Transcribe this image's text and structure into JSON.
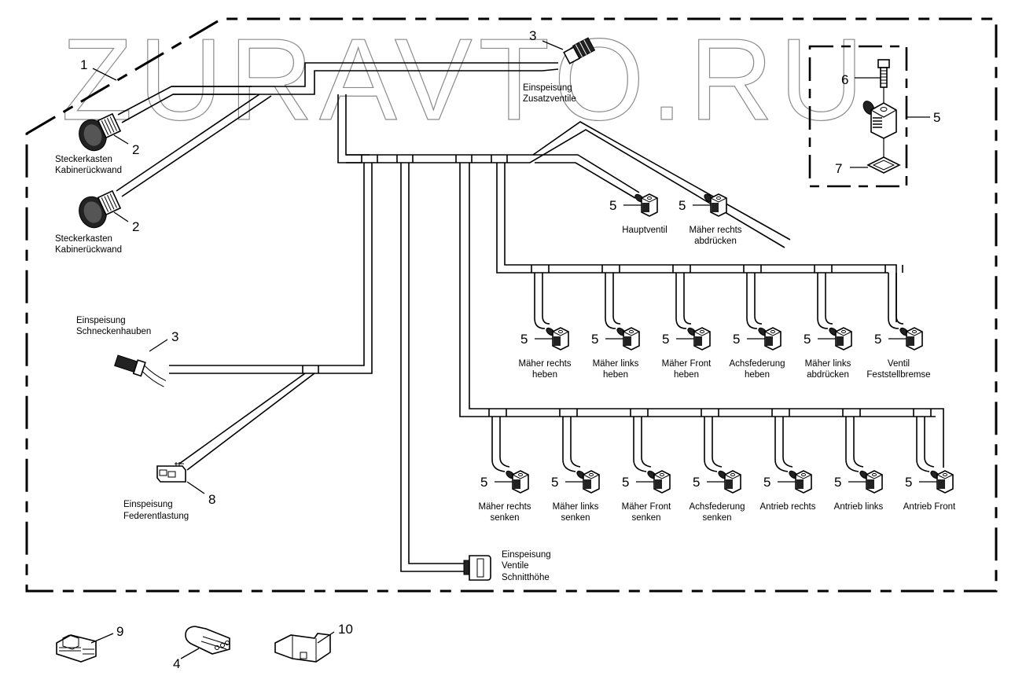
{
  "watermark": "ZURAVTO.RU",
  "detail_box": {
    "items": [
      {
        "num": "6",
        "part": "screw"
      },
      {
        "num": "5",
        "part": "valve-plug-connector"
      },
      {
        "num": "7",
        "part": "seal-gasket"
      }
    ]
  },
  "harness_label": "1",
  "connectors_top": [
    {
      "num": "2",
      "label_lines": [
        "Steckerkasten",
        "Kabinerückwand"
      ]
    },
    {
      "num": "2",
      "label_lines": [
        "Steckerkasten",
        "Kabinerückwand"
      ]
    },
    {
      "num": "3",
      "label_lines": [
        "Einspeisung",
        "Zusatzventile"
      ]
    }
  ],
  "valves_upper": [
    {
      "num": "5",
      "label_lines": [
        "Hauptventil"
      ]
    },
    {
      "num": "5",
      "label_lines": [
        "Mäher rechts",
        "abdrücken"
      ]
    }
  ],
  "valves_row1": [
    {
      "num": "5",
      "label_lines": [
        "Mäher rechts",
        "heben"
      ]
    },
    {
      "num": "5",
      "label_lines": [
        "Mäher links",
        "heben"
      ]
    },
    {
      "num": "5",
      "label_lines": [
        "Mäher Front",
        "heben"
      ]
    },
    {
      "num": "5",
      "label_lines": [
        "Achsfederung",
        "heben"
      ]
    },
    {
      "num": "5",
      "label_lines": [
        "Mäher links",
        "abdrücken"
      ]
    },
    {
      "num": "5",
      "label_lines": [
        "Ventil",
        "Feststellbremse"
      ]
    }
  ],
  "valves_row2": [
    {
      "num": "5",
      "label_lines": [
        "Mäher rechts",
        "senken"
      ]
    },
    {
      "num": "5",
      "label_lines": [
        "Mäher links",
        "senken"
      ]
    },
    {
      "num": "5",
      "label_lines": [
        "Mäher Front",
        "senken"
      ]
    },
    {
      "num": "5",
      "label_lines": [
        "Achsfederung",
        "senken"
      ]
    },
    {
      "num": "5",
      "label_lines": [
        "Antrieb rechts"
      ]
    },
    {
      "num": "5",
      "label_lines": [
        "Antrieb links"
      ]
    },
    {
      "num": "5",
      "label_lines": [
        "Antrieb Front"
      ]
    }
  ],
  "left_connectors": [
    {
      "num": "3",
      "label_lines": [
        "Einspeisung",
        "Schneckenhauben"
      ]
    },
    {
      "num": "8",
      "label_lines": [
        "Einspeisung",
        "Federentlastung"
      ]
    }
  ],
  "bottom_connector": {
    "label_lines": [
      "Einspeisung",
      "Ventile",
      "Schnitthöhe"
    ]
  },
  "loose_parts": [
    {
      "num": "9",
      "part": "connector-housing"
    },
    {
      "num": "4",
      "part": "flat-connector"
    },
    {
      "num": "10",
      "part": "connector-plug"
    }
  ]
}
